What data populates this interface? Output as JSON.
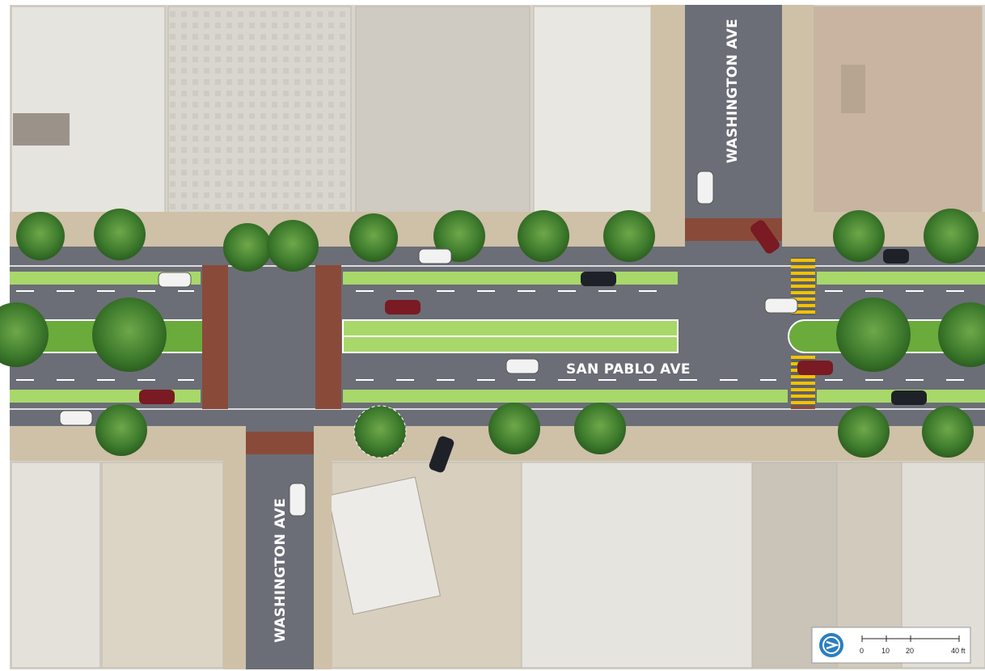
{
  "streets": {
    "main": "SAN PABLO AVE",
    "cross_north": "WASHINGTON AVE",
    "cross_south": "WASHINGTON AVE"
  },
  "scale_bar": {
    "ticks": [
      "0",
      "10",
      "20",
      "40 ft"
    ]
  },
  "compass": {
    "icon": "north-arrow-icon"
  },
  "colors": {
    "road": "#6b6e76",
    "bike_lane": "#a8d86a",
    "median": "#6aab3c",
    "sidewalk": "#cfc0a8",
    "brick_crosswalk": "#8a4a3a",
    "crosswalk_yellow": "#f2c200",
    "compass_blue": "#2a7fc0"
  }
}
